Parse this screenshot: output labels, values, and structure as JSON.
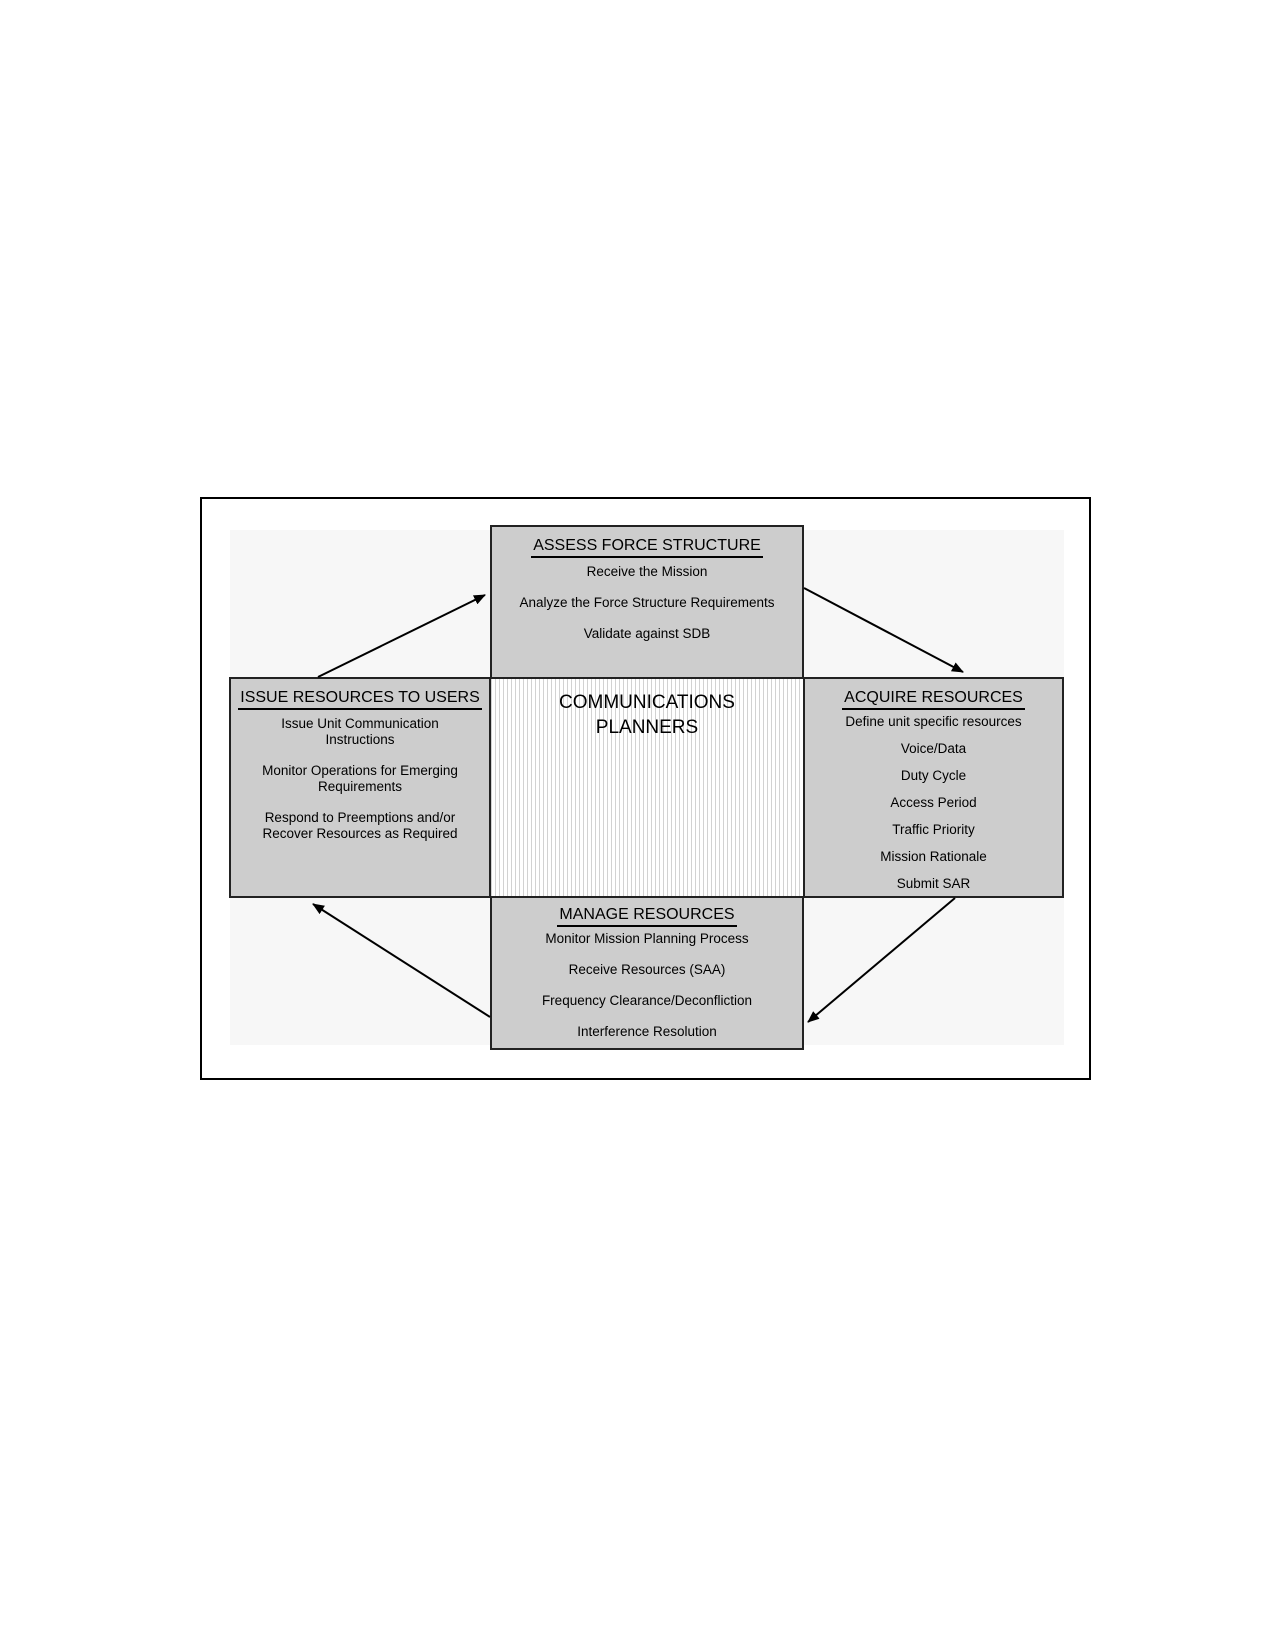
{
  "diagram": {
    "center": {
      "line1": "COMMUNICATIONS",
      "line2": "PLANNERS"
    },
    "top": {
      "title": "ASSESS FORCE STRUCTURE",
      "items": [
        "Receive the Mission",
        "Analyze the Force Structure Requirements",
        "Validate against SDB"
      ]
    },
    "right": {
      "title": "ACQUIRE RESOURCES",
      "items": [
        "Define unit specific resources",
        "Voice/Data",
        "Duty Cycle",
        "Access Period",
        "Traffic Priority",
        "Mission Rationale",
        "Submit SAR"
      ]
    },
    "bottom": {
      "title": "MANAGE RESOURCES",
      "items": [
        "Monitor Mission Planning Process",
        "Receive Resources (SAA)",
        "Frequency Clearance/Deconfliction",
        "Interference Resolution"
      ]
    },
    "left": {
      "title": "ISSUE RESOURCES TO USERS",
      "items": [
        "Issue Unit Communication Instructions",
        "Monitor Operations for Emerging Requirements",
        "Respond to Preemptions and/or Recover Resources as Required"
      ]
    }
  }
}
